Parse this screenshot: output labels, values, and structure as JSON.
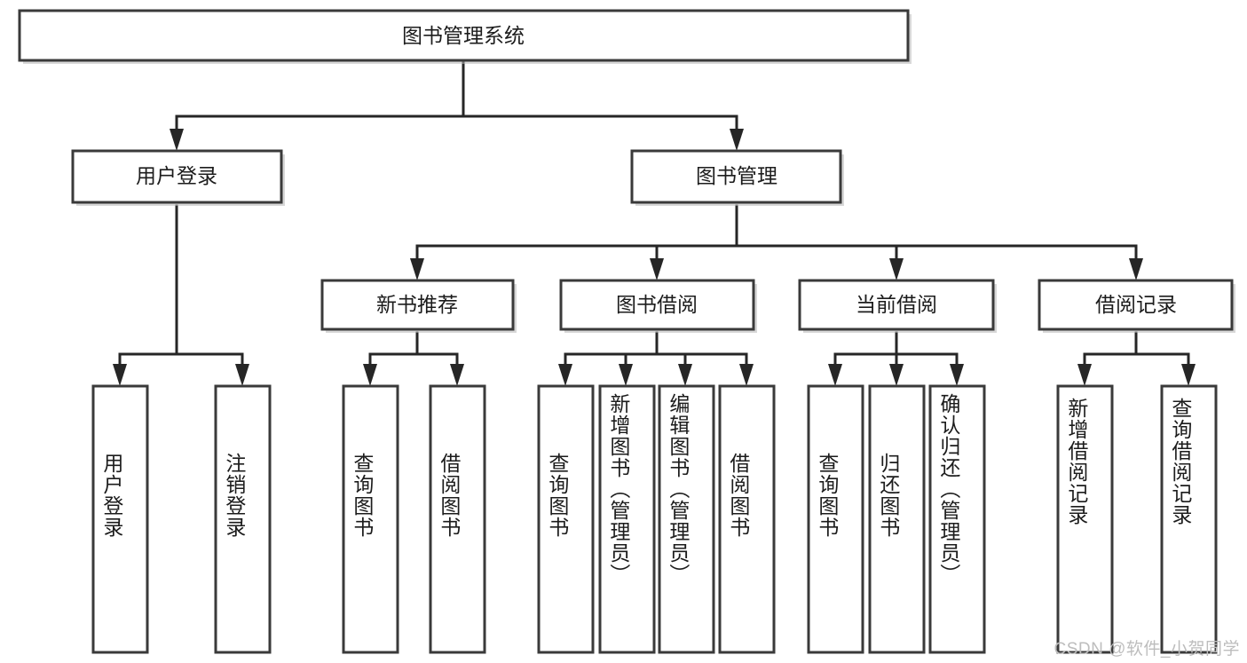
{
  "diagram": {
    "title": "图书管理系统",
    "type": "tree-hierarchy",
    "colors": {
      "box_border": "#3a3a3a",
      "box_fill": "#ffffff",
      "connector": "#262626",
      "text": "#1c1c1c",
      "background": "#ffffff",
      "watermark": "#bdbdbd"
    },
    "root": {
      "label": "图书管理系统"
    },
    "level2": [
      {
        "label": "用户登录"
      },
      {
        "label": "图书管理"
      }
    ],
    "level3": [
      {
        "label": "新书推荐"
      },
      {
        "label": "图书借阅"
      },
      {
        "label": "当前借阅"
      },
      {
        "label": "借阅记录"
      }
    ],
    "leaves": {
      "user_login": [
        {
          "label": "用户登录"
        },
        {
          "label": "注销登录"
        }
      ],
      "new_book_recommend": [
        {
          "label": "查询图书"
        },
        {
          "label": "借阅图书"
        }
      ],
      "book_borrow": [
        {
          "label": "查询图书"
        },
        {
          "label": "新增图书（管理员）"
        },
        {
          "label": "编辑图书（管理员）"
        },
        {
          "label": "借阅图书"
        }
      ],
      "current_borrow": [
        {
          "label": "查询图书"
        },
        {
          "label": "归还图书"
        },
        {
          "label": "确认归还（管理员）"
        }
      ],
      "borrow_record": [
        {
          "label": "新增借阅记录"
        },
        {
          "label": "查询借阅记录"
        }
      ]
    }
  },
  "watermark": {
    "text": "CSDN @软件_小贺同学"
  }
}
